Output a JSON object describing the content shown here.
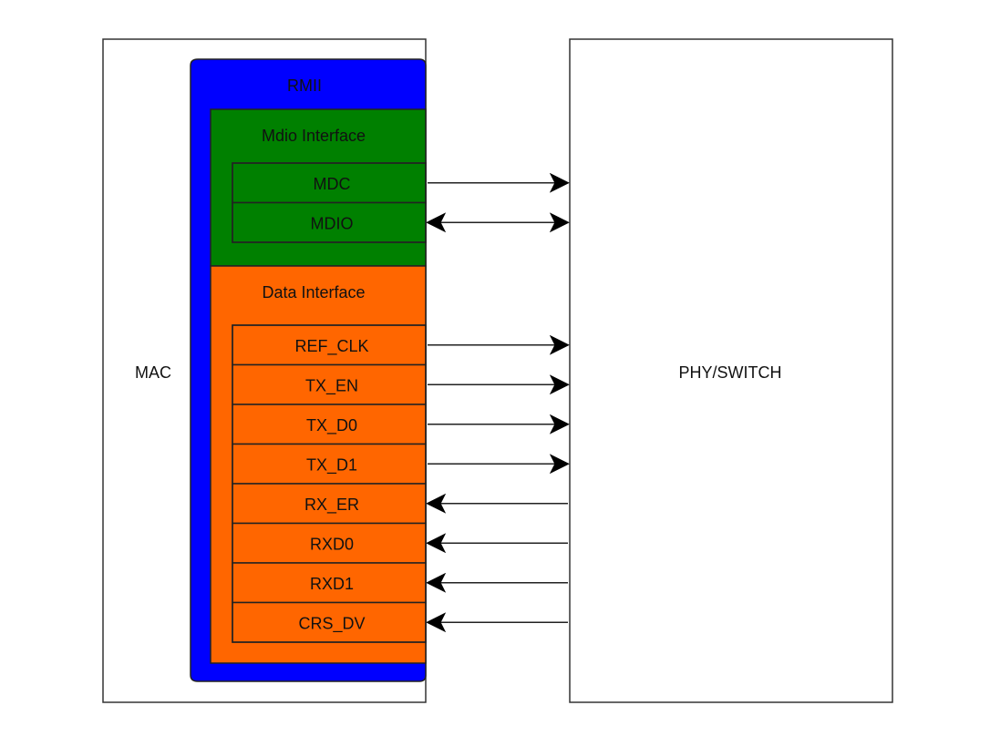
{
  "diagram": {
    "mac": {
      "label": "MAC"
    },
    "phy": {
      "label": "PHY/SWITCH"
    },
    "rmii": {
      "label": "RMII",
      "color": "#0000ff"
    },
    "mdio_interface": {
      "label": "Mdio Interface",
      "color": "#008000",
      "signals": [
        {
          "name": "MDC",
          "direction": "out"
        },
        {
          "name": "MDIO",
          "direction": "bidir"
        }
      ]
    },
    "data_interface": {
      "label": "Data Interface",
      "color": "#ff6600",
      "signals": [
        {
          "name": "REF_CLK",
          "direction": "out"
        },
        {
          "name": "TX_EN",
          "direction": "out"
        },
        {
          "name": "TX_D0",
          "direction": "out"
        },
        {
          "name": "TX_D1",
          "direction": "out"
        },
        {
          "name": "RX_ER",
          "direction": "in"
        },
        {
          "name": "RXD0",
          "direction": "in"
        },
        {
          "name": "RXD1",
          "direction": "in"
        },
        {
          "name": "CRS_DV",
          "direction": "in"
        }
      ]
    }
  }
}
